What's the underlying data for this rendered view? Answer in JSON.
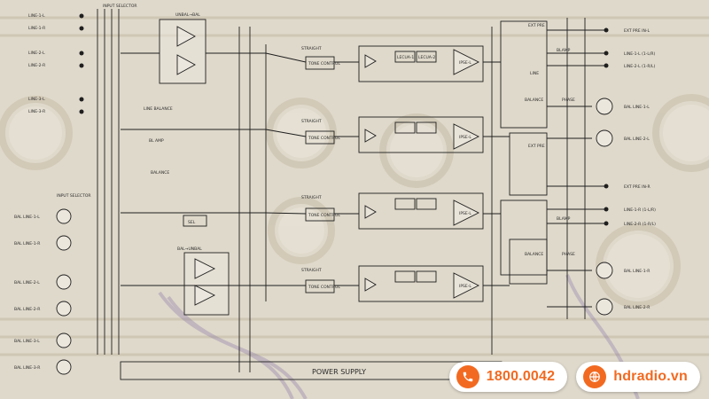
{
  "diagram": {
    "left_labels": {
      "input_selector": "INPUT SELECTOR",
      "line1": [
        "LINE-1-L",
        "LINE-1-R"
      ],
      "line2": [
        "LINE-2-L",
        "LINE-2-R"
      ],
      "line3": [
        "LINE-3-L",
        "LINE-3-R"
      ],
      "bal_input_selector": "INPUT SELECTOR",
      "bal_lines": [
        "BAL LINE-1-L",
        "BAL LINE-1-R",
        "BAL LINE-2-L",
        "BAL LINE-2-R",
        "BAL LINE-3-L",
        "BAL LINE-3-R"
      ]
    },
    "center_labels": {
      "unbal_bal": "UNBAL→BAL",
      "bal_unbal": "BAL→UNBAL",
      "line_balance": "LINE BALANCE",
      "bl_amp": "BL AMP",
      "balance": "BALANCE",
      "tone_control": [
        "TONE CONTROL",
        "TONE CONTROL",
        "TONE CONTROL",
        "TONE CONTROL"
      ],
      "straight": [
        "STRAIGHT",
        "STRAIGHT",
        "STRAIGHT",
        "STRAIGHT"
      ],
      "lecua_blocks": [
        "LECUA-1",
        "LECUA-2"
      ],
      "ipse_blocks": [
        "IPSE-L",
        "IPSE-L",
        "IPSE-L",
        "IPSE-L"
      ],
      "sel": "SEL"
    },
    "right_labels": {
      "ext_pre_top": "EXT PRE",
      "line_top": "LINE",
      "blamp_top": "BLAMP",
      "balance_top": "BALANCE",
      "phase_top": "PHASE",
      "ext_pre_bottom": "EXT PRE",
      "blamp_bottom": "BLAMP",
      "balance_bottom": "BALANCE",
      "phase_bottom": "PHASE",
      "outputs_top": [
        "EXT PRE IN-L",
        "LINE-1-L (1-L/R)",
        "LINE-2-L (1-R/L)",
        "BAL LINE-1-L",
        "BAL LINE-2-L"
      ],
      "outputs_bottom": [
        "EXT PRE IN-R",
        "LINE-1-R (1-L/R)",
        "LINE-2-R (1-R/L)",
        "BAL LINE-1-R",
        "BAL LINE-2-R"
      ]
    },
    "power_supply": "POWER SUPPLY"
  },
  "contact": {
    "phone": "1800.0042",
    "website": "hdradio.vn",
    "phone_icon": "phone-icon",
    "web_icon": "globe-icon",
    "accent_color": "#f26a21"
  }
}
